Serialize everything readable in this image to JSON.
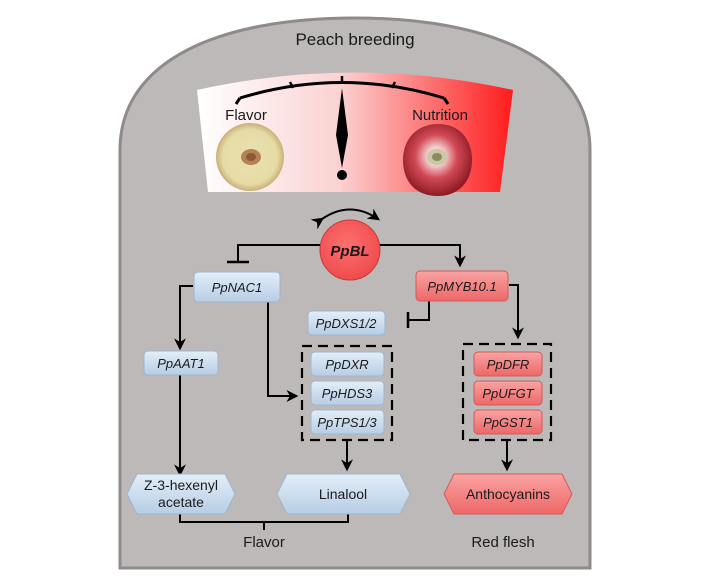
{
  "title": "Peach breeding",
  "gauge": {
    "left_label": "Flavor",
    "right_label": "Nutrition",
    "needle_position": 0.5,
    "gradient_colors": [
      "#ffffff",
      "#ff1a1a"
    ],
    "left_image": "white-flesh-peach-half",
    "right_image": "red-flesh-peach-half"
  },
  "central_node": {
    "label": "PpBL",
    "color": "#f25a5a"
  },
  "nodes": {
    "ppnac1": "PpNAC1",
    "ppmyb10": "PpMYB10.1",
    "ppdxs": "PpDXS1/2",
    "ppaat1": "PpAAT1",
    "ppdxr": "PpDXR",
    "pphds3": "PpHDS3",
    "pptps": "PpTPS1/3",
    "ppdfr": "PpDFR",
    "ppufgt": "PpUFGT",
    "ppgst1": "PpGST1"
  },
  "products": {
    "hexenyl_line1": "Z-3-hexenyl",
    "hexenyl_line2": "acetate",
    "linalool": "Linalool",
    "anthocyanins": "Anthocyanins"
  },
  "traits": {
    "flavor": "Flavor",
    "red_flesh": "Red flesh"
  },
  "edges": [
    {
      "from": "PpBL",
      "to": "PpNAC1",
      "type": "inhibit"
    },
    {
      "from": "PpBL",
      "to": "PpMYB10.1",
      "type": "activate"
    },
    {
      "from": "PpMYB10.1",
      "to": "PpDXS1/2",
      "type": "inhibit"
    },
    {
      "from": "PpMYB10.1",
      "to": "PpDFR/PpUFGT/PpGST1",
      "type": "activate"
    },
    {
      "from": "PpNAC1",
      "to": "PpAAT1",
      "type": "activate"
    },
    {
      "from": "PpNAC1",
      "to": "PpDXR/PpHDS3/PpTPS1/3",
      "type": "activate"
    },
    {
      "from": "PpAAT1",
      "to": "Z-3-hexenyl acetate",
      "type": "activate"
    },
    {
      "from": "PpDXR/PpHDS3/PpTPS1/3",
      "to": "Linalool",
      "type": "activate"
    },
    {
      "from": "PpDFR/PpUFGT/PpGST1",
      "to": "Anthocyanins",
      "type": "activate"
    }
  ],
  "colors": {
    "panel": "#bdb9b8",
    "blue_box": "#c9dcef",
    "red_box": "#f07a7a",
    "red_product": "#f48080"
  }
}
